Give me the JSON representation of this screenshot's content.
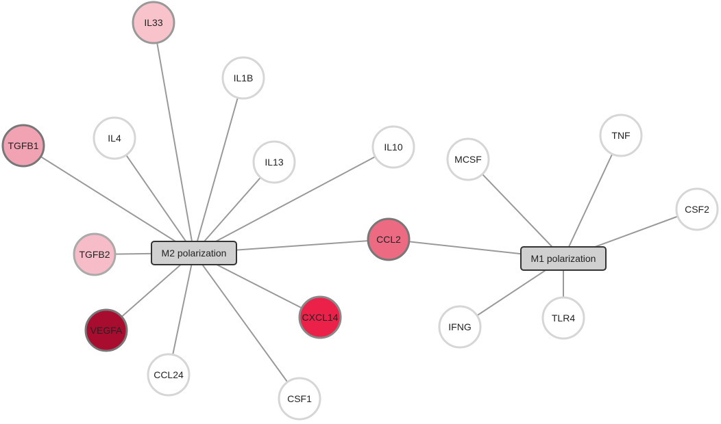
{
  "network": {
    "hubs": [
      {
        "id": "m2",
        "label": "M2 polarization"
      },
      {
        "id": "m1",
        "label": "M1 polarization"
      }
    ],
    "nodes": [
      {
        "id": "IL33",
        "label": "IL33",
        "fill": "#f8c3cb",
        "stroke": "#999999"
      },
      {
        "id": "IL1B",
        "label": "IL1B",
        "fill": "#ffffff",
        "stroke": "#d6d6d6"
      },
      {
        "id": "TGFB1",
        "label": "TGFB1",
        "fill": "#f2a3b3",
        "stroke": "#777777"
      },
      {
        "id": "IL4",
        "label": "IL4",
        "fill": "#ffffff",
        "stroke": "#d6d6d6"
      },
      {
        "id": "IL13",
        "label": "IL13",
        "fill": "#ffffff",
        "stroke": "#d6d6d6"
      },
      {
        "id": "IL10",
        "label": "IL10",
        "fill": "#ffffff",
        "stroke": "#d6d6d6"
      },
      {
        "id": "TGFB2",
        "label": "TGFB2",
        "fill": "#f6bcc7",
        "stroke": "#aaaaaa"
      },
      {
        "id": "CCL2",
        "label": "CCL2",
        "fill": "#ec6a82",
        "stroke": "#777777"
      },
      {
        "id": "VEGFA",
        "label": "VEGFA",
        "fill": "#a80d2f",
        "stroke": "#777777"
      },
      {
        "id": "CXCL14",
        "label": "CXCL14",
        "fill": "#ec2149",
        "stroke": "#888888"
      },
      {
        "id": "CCL24",
        "label": "CCL24",
        "fill": "#ffffff",
        "stroke": "#d6d6d6"
      },
      {
        "id": "CSF1",
        "label": "CSF1",
        "fill": "#ffffff",
        "stroke": "#d6d6d6"
      },
      {
        "id": "MCSF",
        "label": "MCSF",
        "fill": "#ffffff",
        "stroke": "#d6d6d6"
      },
      {
        "id": "TNF",
        "label": "TNF",
        "fill": "#ffffff",
        "stroke": "#d6d6d6"
      },
      {
        "id": "CSF2",
        "label": "CSF2",
        "fill": "#ffffff",
        "stroke": "#d6d6d6"
      },
      {
        "id": "IFNG",
        "label": "IFNG",
        "fill": "#ffffff",
        "stroke": "#d6d6d6"
      },
      {
        "id": "TLR4",
        "label": "TLR4",
        "fill": "#ffffff",
        "stroke": "#d6d6d6"
      }
    ],
    "edges": [
      [
        "IL33",
        "m2"
      ],
      [
        "IL1B",
        "m2"
      ],
      [
        "TGFB1",
        "m2"
      ],
      [
        "IL4",
        "m2"
      ],
      [
        "IL13",
        "m2"
      ],
      [
        "IL10",
        "m2"
      ],
      [
        "TGFB2",
        "m2"
      ],
      [
        "CCL2",
        "m2"
      ],
      [
        "VEGFA",
        "m2"
      ],
      [
        "CXCL14",
        "m2"
      ],
      [
        "CCL24",
        "m2"
      ],
      [
        "CSF1",
        "m2"
      ],
      [
        "CCL2",
        "m1"
      ],
      [
        "MCSF",
        "m1"
      ],
      [
        "TNF",
        "m1"
      ],
      [
        "CSF2",
        "m1"
      ],
      [
        "IFNG",
        "m1"
      ],
      [
        "TLR4",
        "m1"
      ]
    ]
  }
}
